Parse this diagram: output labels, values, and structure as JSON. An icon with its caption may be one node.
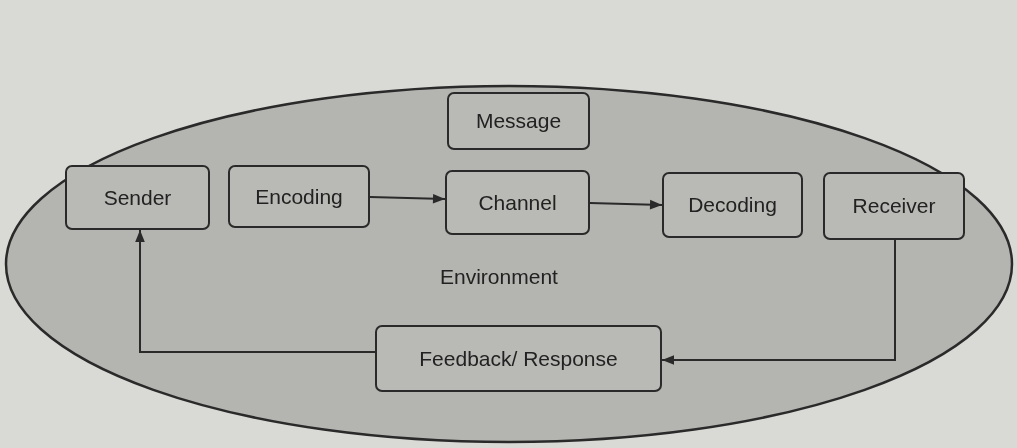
{
  "diagram": {
    "nodes": [
      {
        "text": [
          "Environment"
        ]
      },
      {
        "text": [
          "Message"
        ],
        "in": 0
      },
      {
        "text": [
          "Sender"
        ],
        "in": 0
      },
      {
        "text": [
          "Encoding"
        ],
        "in": 0
      },
      {
        "text": [
          "Channel"
        ],
        "in": 0
      },
      {
        "text": [
          "Decoding"
        ],
        "in": 0
      },
      {
        "text": [
          "Receiver"
        ],
        "in": 0
      },
      {
        "text": [
          "Feedback/ Response"
        ],
        "in": 0
      }
    ],
    "edges": [
      {
        "from": 3,
        "to": 4,
        "arrow": "to"
      },
      {
        "from": 4,
        "to": 5,
        "arrow": "to"
      },
      {
        "from": 6,
        "to": 7,
        "arrow": "to"
      },
      {
        "from": 7,
        "to": 2,
        "arrow": "to"
      }
    ]
  }
}
